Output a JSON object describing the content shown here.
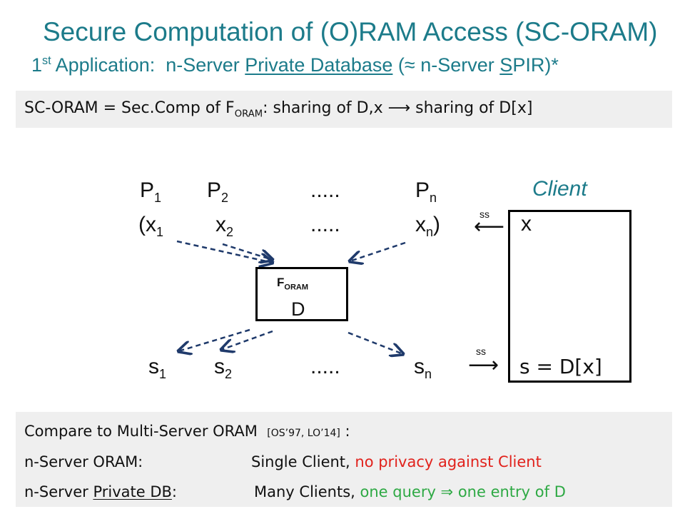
{
  "title": "Secure Computation of (O)RAM Access (SC-ORAM)",
  "subtitle": {
    "prefix": "1",
    "sup": "st",
    "app": " Application:",
    "lead": "n-Server ",
    "private_database": "Private Database",
    "paren_open": " (",
    "approx": "≈",
    "n_server": " n-Server ",
    "s_letter": "S",
    "pir": "PIR)*"
  },
  "definition": {
    "a": "SC-ORAM = Sec.Comp of F",
    "sub": "ORAM",
    "b": ":  sharing of D,x ⟶ sharing of D[x]"
  },
  "diagram": {
    "parties": [
      {
        "base": "P",
        "sub": "1"
      },
      {
        "base": "P",
        "sub": "2"
      },
      {
        "base": ".....",
        "sub": ""
      },
      {
        "base": "P",
        "sub": "n"
      }
    ],
    "client_label": "Client",
    "inputs": [
      {
        "base": "(x",
        "sub": "1"
      },
      {
        "base": "x",
        "sub": "2"
      },
      {
        "base": ".....",
        "sub": ""
      },
      {
        "base": "x",
        "sub": "n",
        "tail": ")"
      }
    ],
    "in_arrow_label": "ss",
    "in_arrow": "⟵",
    "client_input": "x",
    "func_name": "F",
    "func_sub": "ORAM",
    "func_data": "D",
    "outputs": [
      {
        "base": "s",
        "sub": "1"
      },
      {
        "base": "s",
        "sub": "2"
      },
      {
        "base": ".....",
        "sub": ""
      },
      {
        "base": "s",
        "sub": "n"
      }
    ],
    "out_arrow_label": "ss",
    "out_arrow": "⟶",
    "client_output": "s = D[x]",
    "arrow_color": "#1f3a6b"
  },
  "comparison": {
    "heading": "Compare to Multi-Server ORAM",
    "cite": "[OS’97, LO’14]",
    "colon": " :",
    "rows": [
      {
        "label_pre": "n-Server ORAM:",
        "label_ul": "",
        "label_post": "",
        "desc": "Single Client, ",
        "highlight": "no privacy against Client",
        "highlight_color": "#e1221c"
      },
      {
        "label_pre": "n-Server ",
        "label_ul": "Private DB",
        "label_post": ":",
        "desc": "Many Clients, ",
        "highlight": "one query ⇒ one entry of D",
        "highlight_color": "#2ea944"
      }
    ]
  }
}
